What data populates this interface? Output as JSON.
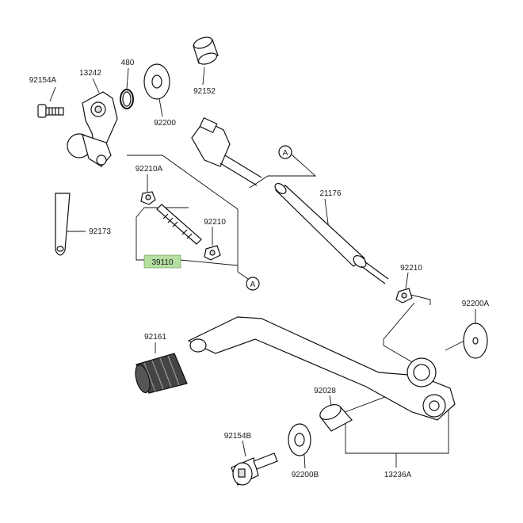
{
  "labels": {
    "p92154A": "92154A",
    "p13242": "13242",
    "p480": "480",
    "p92152": "92152",
    "p92200": "92200",
    "p92210A": "92210A",
    "p92173": "92173",
    "p92210_left": "92210",
    "p39110": "39110",
    "p21176": "21176",
    "p92210_right": "92210",
    "p92200A": "92200A",
    "p92161": "92161",
    "p92028": "92028",
    "p92154B": "92154B",
    "p92200B": "92200B",
    "p13236A": "13236A",
    "refA_top": "A",
    "refA_bottom": "A"
  },
  "colors": {
    "highlight": "#b5dfa1",
    "line": "#111111",
    "part_fill": "#ffffff",
    "shade": "#cfcfcf"
  }
}
